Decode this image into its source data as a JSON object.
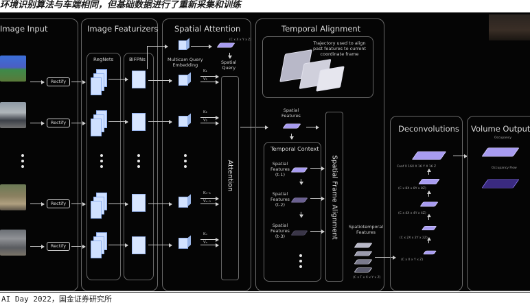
{
  "caption_top": "环境识别算法与车端相同，但基础数据进行了重新采集和训练",
  "caption_bottom": "AI Day 2022，国金证券研究所",
  "sections": {
    "image_input": "Image Input",
    "image_featurizers": "Image Featurizers",
    "spatial_attention": "Spatial Attention",
    "temporal_alignment": "Temporal Alignment",
    "deconvolutions": "Deconvolutions",
    "volume_outputs": "Volume Outputs"
  },
  "rectify_label": "Rectify",
  "featurizers": {
    "regnets": "RegNets",
    "bifpns": "BiFPNs"
  },
  "spatial_attention": {
    "multicam": "Multicam Query\nEmbedding",
    "spatial_query": "Spatial\nQuery",
    "query_dims": "(C x X x Y x Z)",
    "attention": "Attention",
    "kv": [
      {
        "k": "K₁",
        "v": "V₁"
      },
      {
        "k": "K₂",
        "v": "V₂"
      },
      {
        "k": "Kₙ₋₁",
        "v": "Vₙ₋₁"
      },
      {
        "k": "Kₙ",
        "v": "Vₙ"
      }
    ]
  },
  "temporal": {
    "trajectory": "Trajectory used to align\npast features to current\ncoordinate frame",
    "spatial_features": "Spatial\nFeatures",
    "context_title": "Temporal Context",
    "context_items": [
      "Spatial\nFeatures\n(t-1)",
      "Spatial\nFeatures\n(t-2)",
      "Spatial\nFeatures\n(t-3)"
    ],
    "frame_alignment": "Spatial Frame Alignment",
    "spatiotemporal": "Spatiotemporal\nFeatures",
    "spatiotemporal_dims": "(C x T x X x Y x Z)"
  },
  "deconv": {
    "dims": [
      "Conf X 16X X 16 Y X 16 Z",
      "(C x 8X x 8Y x 8Z)",
      "(C x 4X x 4Y x 4Z)",
      "(C x 2X x 2Y x 2Z)",
      "(C x X x Y x Z)"
    ]
  },
  "volume_outputs": {
    "occupancy": "Occupancy",
    "occupancy_flow": "Occupancy Flow"
  }
}
